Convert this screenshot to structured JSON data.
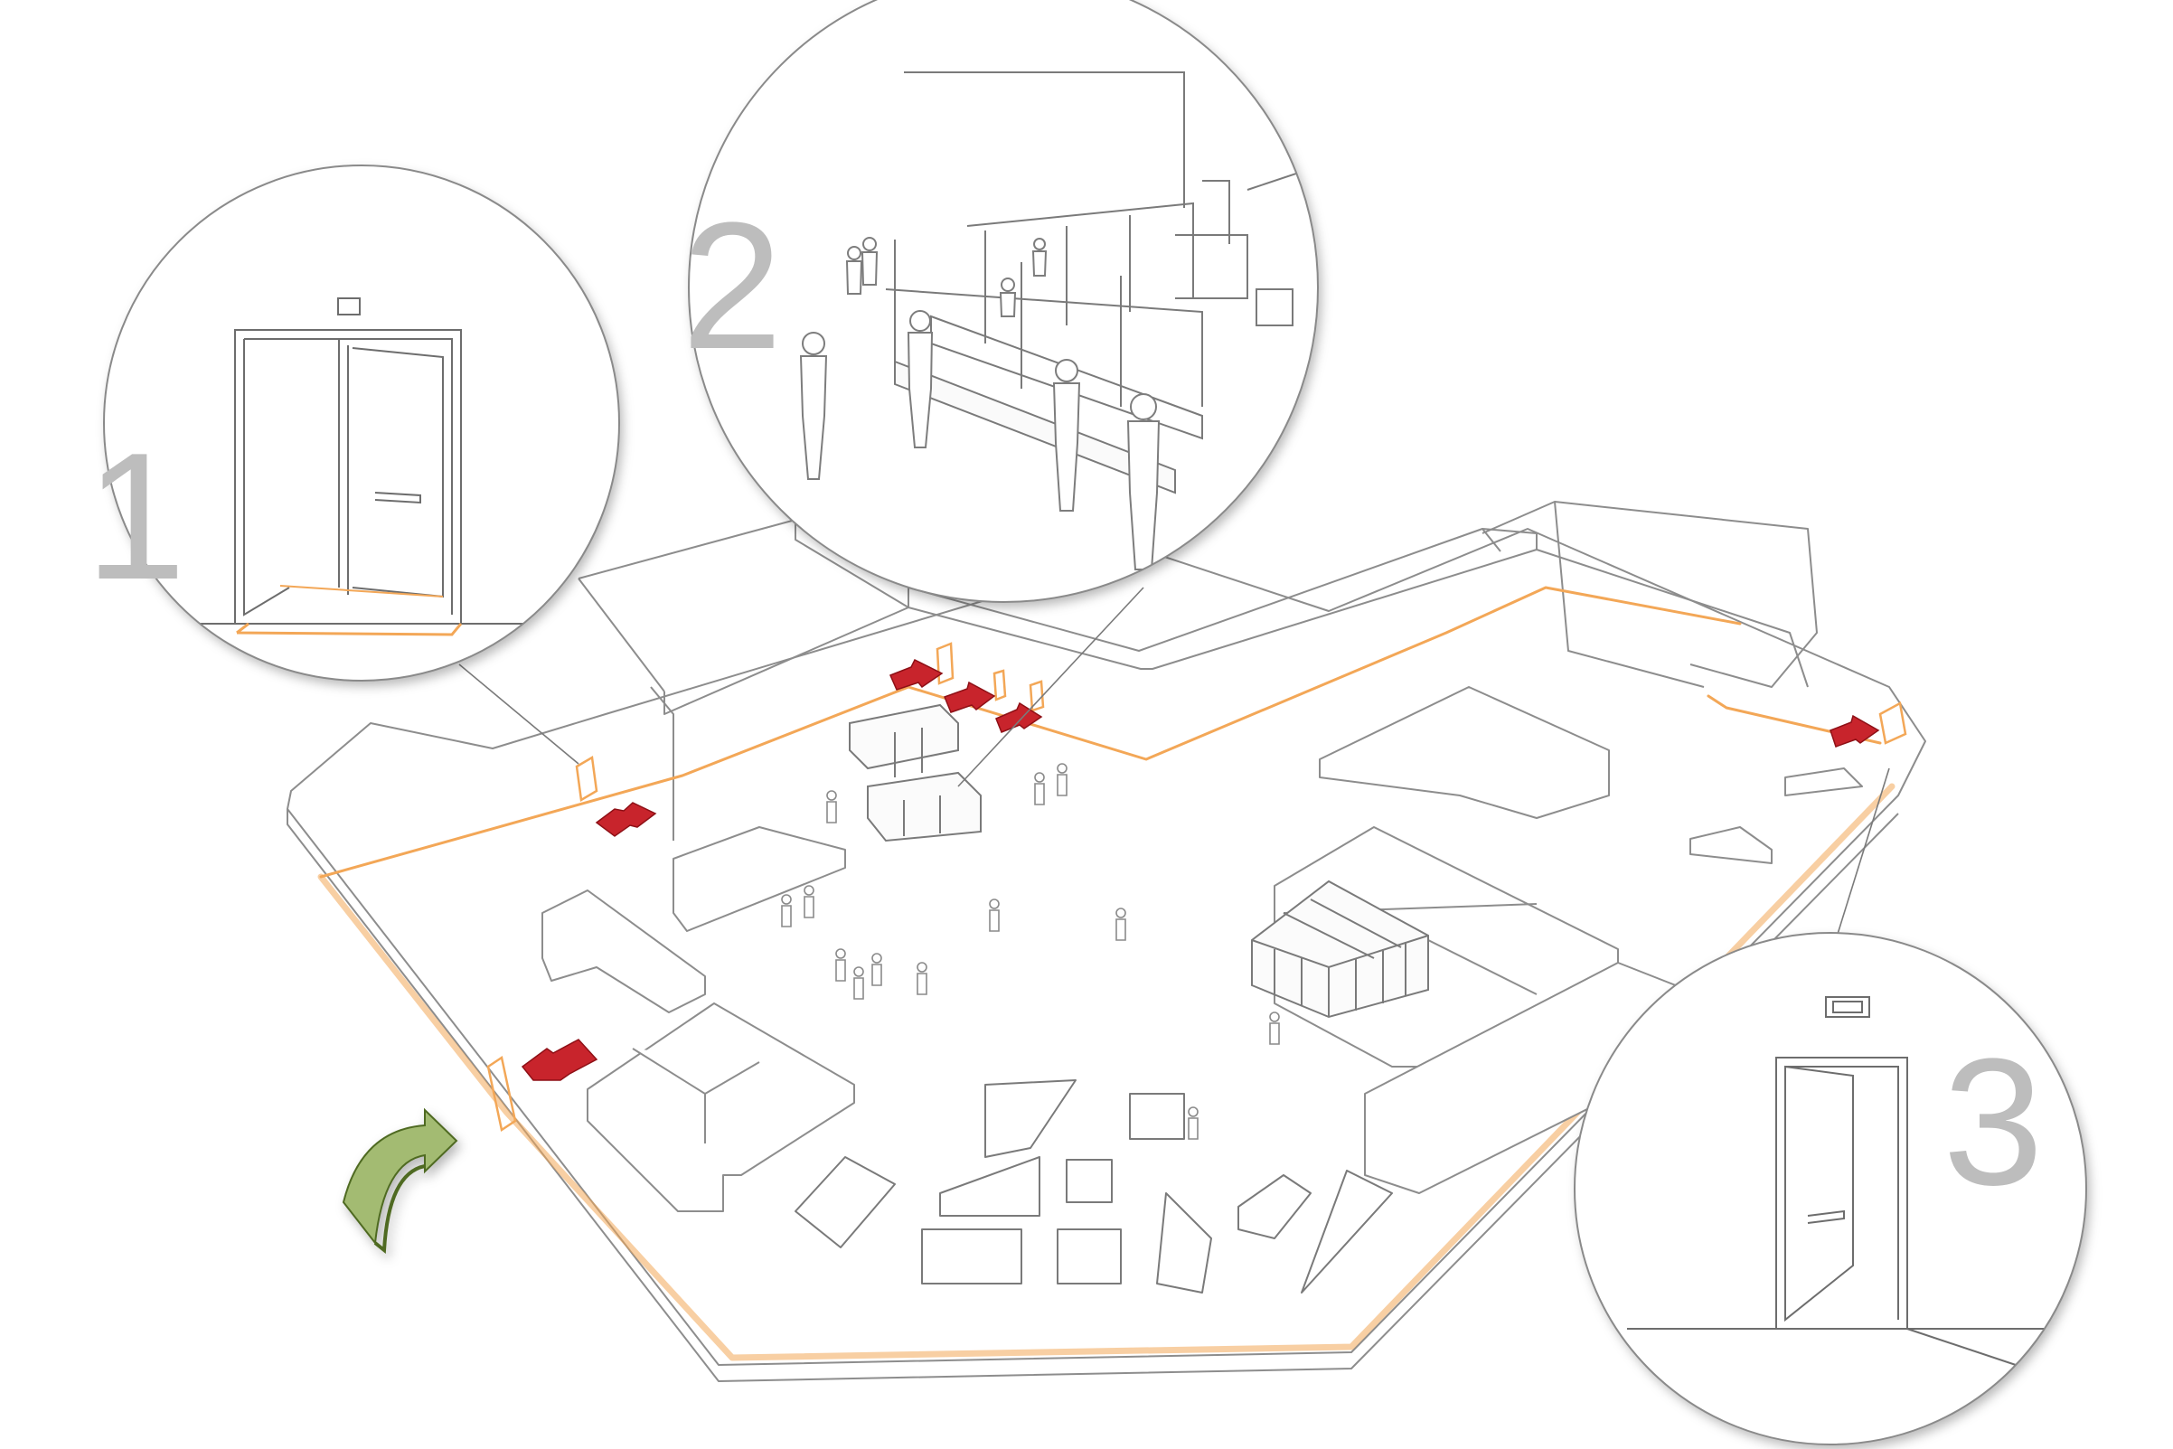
{
  "callouts": [
    {
      "number": "1"
    },
    {
      "number": "2"
    },
    {
      "number": "3"
    }
  ],
  "colors": {
    "exit_route": "#f3a757",
    "exit_arrow": "#c8242c",
    "entry_arrow": "#7e9f4a",
    "numeral": "#bdbdbd",
    "linework": "#8a8a8a"
  }
}
